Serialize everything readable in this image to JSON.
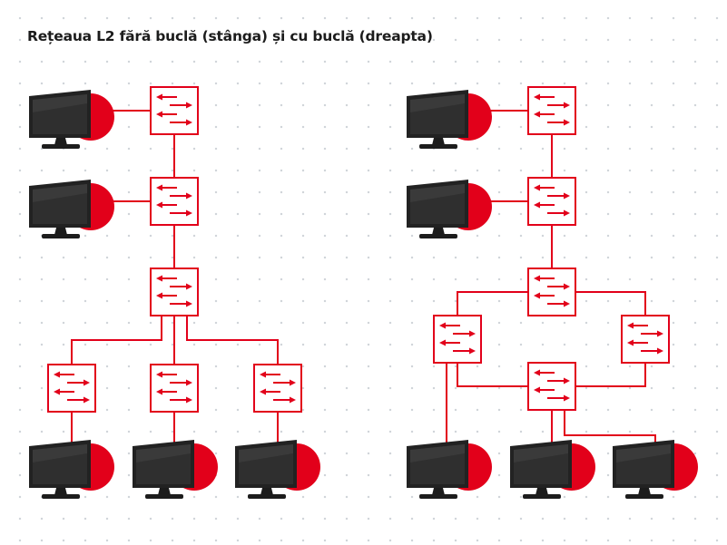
{
  "title": "Rețeaua L2 fără buclă (stânga) și cu buclă (dreapta)",
  "colors": {
    "accent": "#e2001a",
    "link": "#e2001a",
    "monitor_frame": "#222222",
    "screen": "#2f2f2f",
    "background": "#ffffff"
  },
  "diagrams": [
    {
      "name": "left-network-no-loop",
      "topology": "tree",
      "switches": 6,
      "computers": 5
    },
    {
      "name": "right-network-with-loop",
      "topology": "loop",
      "switches": 6,
      "computers": 5
    }
  ]
}
